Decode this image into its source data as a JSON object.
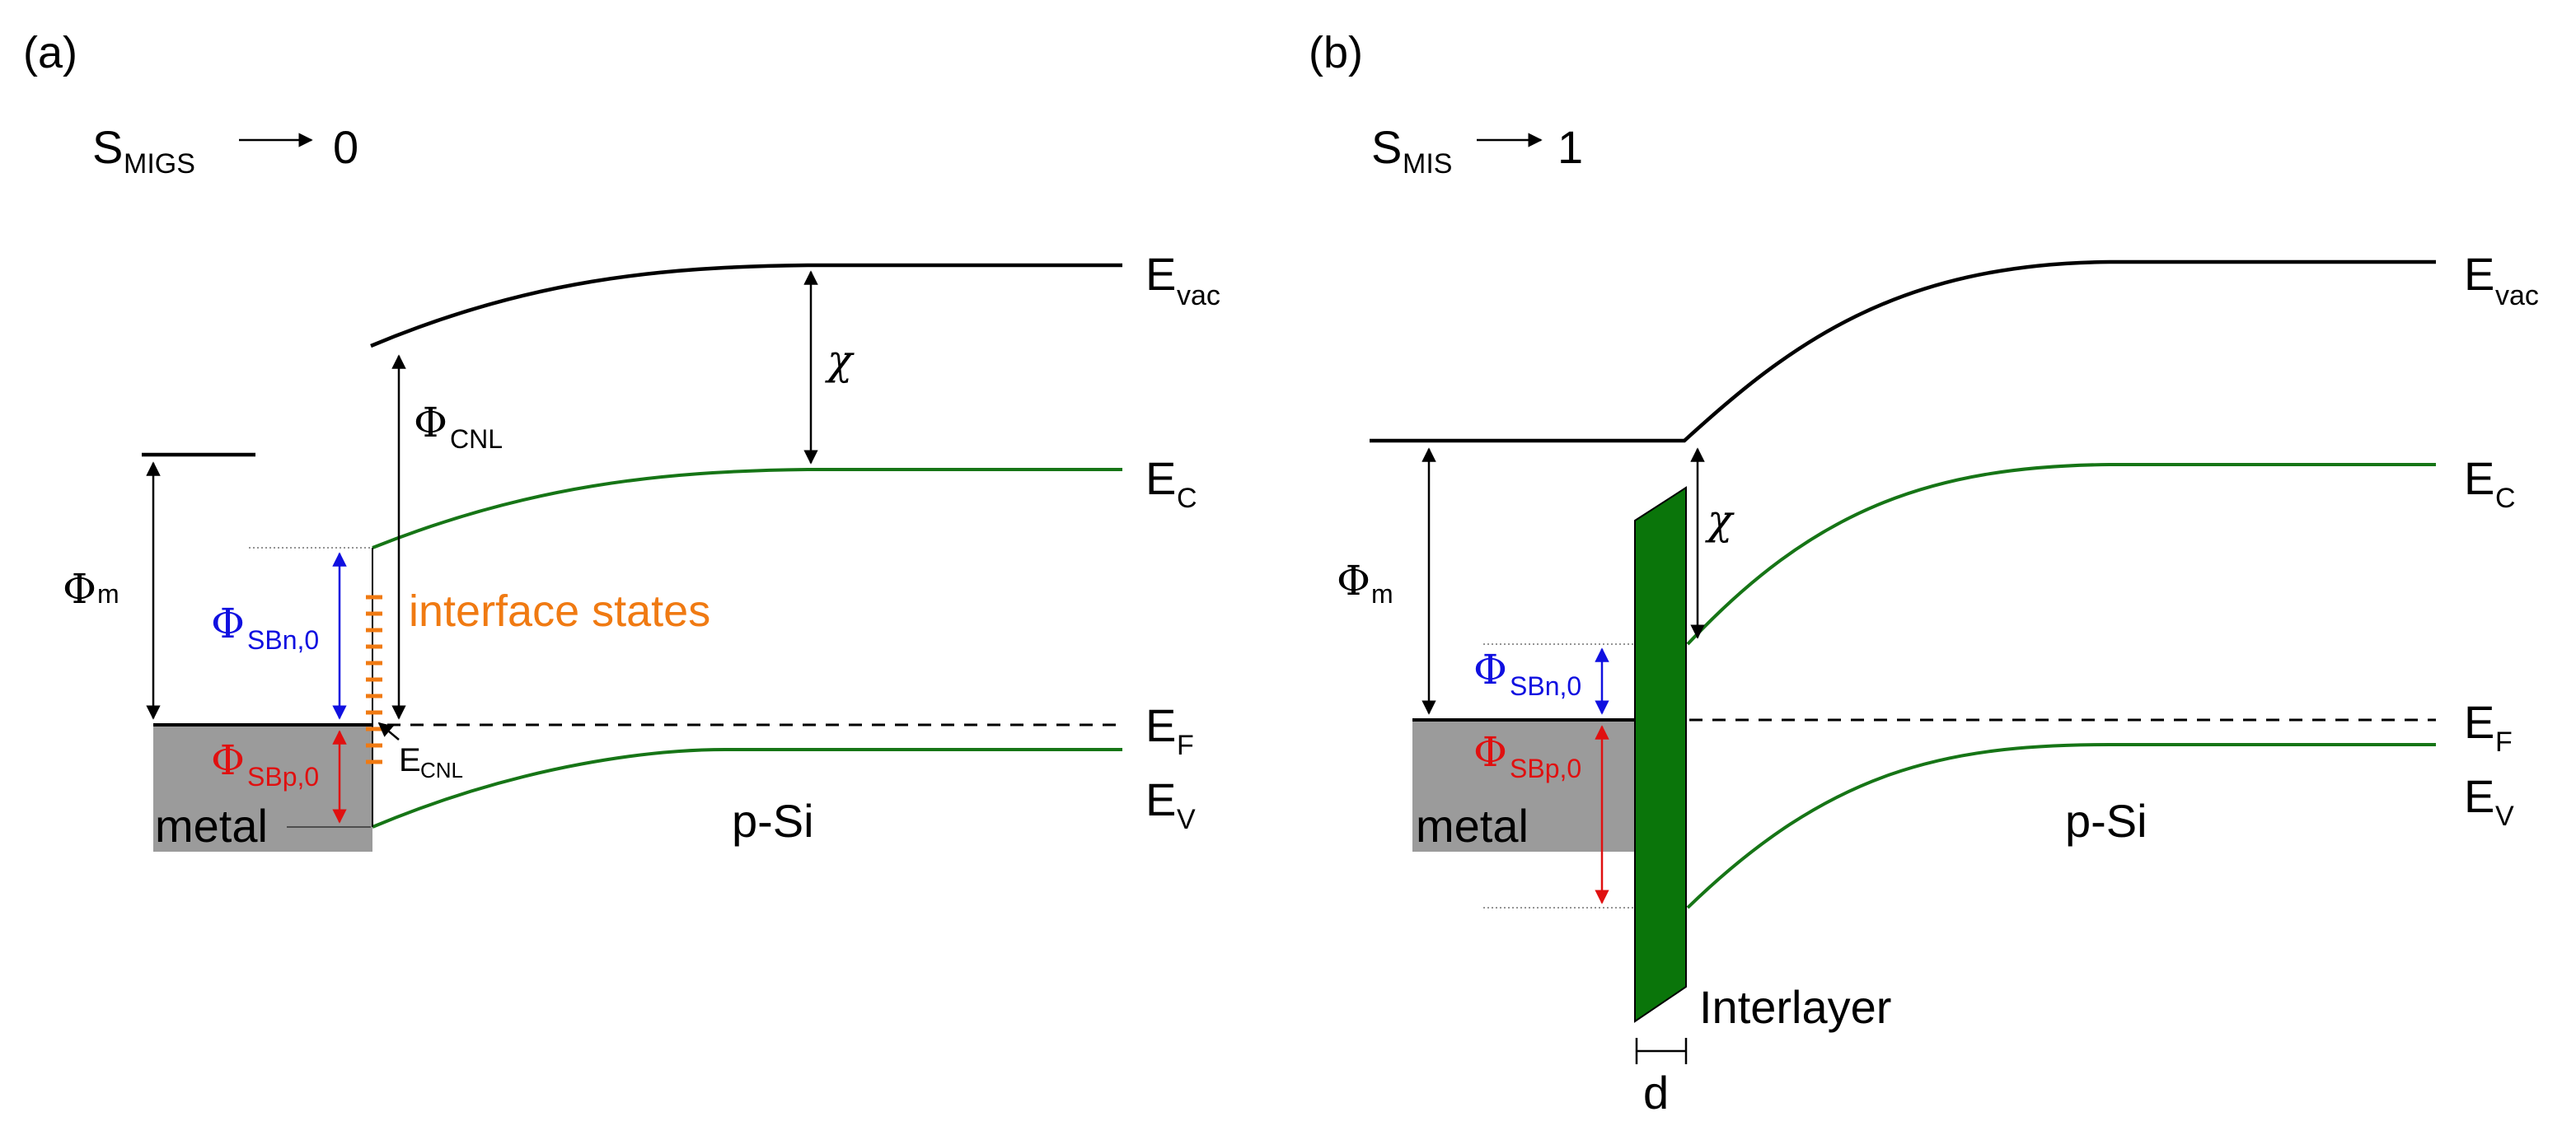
{
  "panel_a": {
    "panel_label": "(a)",
    "s_symbol": "S",
    "s_sub": "MIGS",
    "s_value": "0",
    "phi_m": "Φ",
    "phi_m_sub": "m",
    "phi_cnl": "Φ",
    "phi_cnl_sub": "CNL",
    "phi_sbn": "Φ",
    "phi_sbn_sub": "SBn,0",
    "phi_sbp": "Φ",
    "phi_sbp_sub": "SBp,0",
    "chi": "χ",
    "interface_states": "interface states",
    "e_cnl": "E",
    "e_cnl_sub": "CNL",
    "metal": "metal",
    "semiconductor": "p-Si",
    "e_vac": "E",
    "e_vac_sub": "vac",
    "e_c": "E",
    "e_c_sub": "C",
    "e_f": "E",
    "e_f_sub": "F",
    "e_v": "E",
    "e_v_sub": "V"
  },
  "panel_b": {
    "panel_label": "(b)",
    "s_symbol": "S",
    "s_sub": "MIS",
    "s_value": "1",
    "phi_m": "Φ",
    "phi_m_sub": "m",
    "phi_sbn": "Φ",
    "phi_sbn_sub": "SBn,0",
    "phi_sbp": "Φ",
    "phi_sbp_sub": "SBp,0",
    "chi": "χ",
    "metal": "metal",
    "semiconductor": "p-Si",
    "interlayer": "Interlayer",
    "thickness": "d",
    "e_vac": "E",
    "e_vac_sub": "vac",
    "e_c": "E",
    "e_c_sub": "C",
    "e_f": "E",
    "e_f_sub": "F",
    "e_v": "E",
    "e_v_sub": "V"
  },
  "colors": {
    "band_edge": "#167516",
    "interlayer": "#0a750a",
    "metal": "#9b9b9b",
    "phi_sbn": "#1010e0",
    "phi_sbp": "#e01010",
    "interface_states": "#f07a12"
  }
}
